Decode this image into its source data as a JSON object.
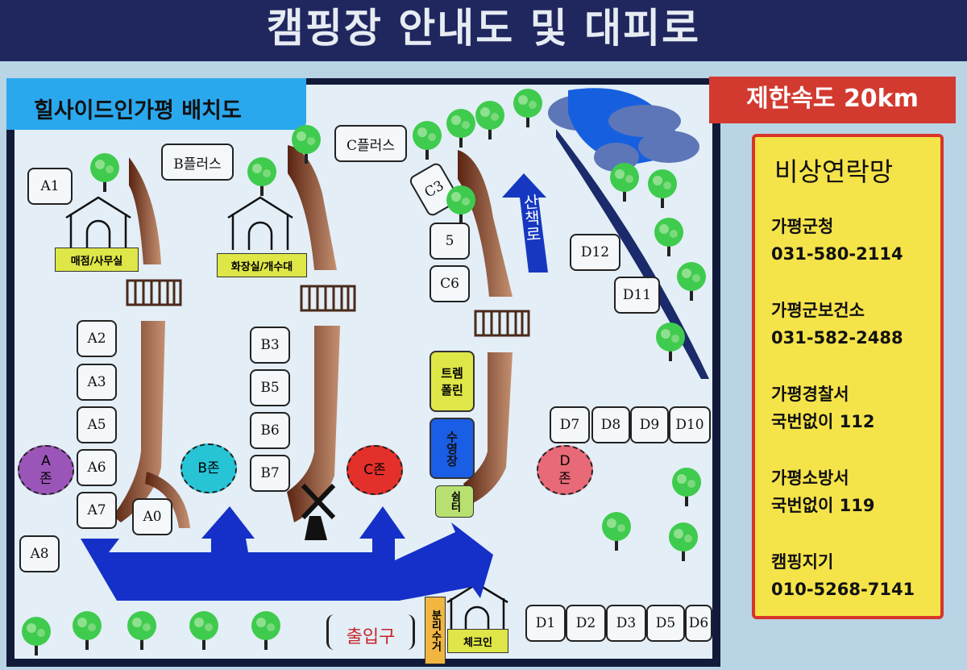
{
  "title": "캠핑장 안내도 및 대피로",
  "map_label": "힐사이드인가평 배치도",
  "speed_limit": "제한속도 20km",
  "emergency": {
    "heading": "비상연락망",
    "contacts": [
      {
        "name": "가평군청",
        "number": "031-580-2114"
      },
      {
        "name": "가평군보건소",
        "number": "031-582-2488"
      },
      {
        "name": "가평경찰서",
        "number": "국번없이 112"
      },
      {
        "name": "가평소방서",
        "number": "국번없이 119"
      },
      {
        "name": "캠핑지기",
        "number": "010-5268-7141"
      }
    ]
  },
  "sites": [
    "A1",
    "A2",
    "A3",
    "A5",
    "A6",
    "A7",
    "A8",
    "A0",
    "B플러스",
    "B3",
    "B5",
    "B6",
    "B7",
    "C플러스",
    "C3",
    "5",
    "C6",
    "D12",
    "D11",
    "D7",
    "D8",
    "D9",
    "D10",
    "D1",
    "D2",
    "D3",
    "D5",
    "D6"
  ],
  "zones": [
    {
      "label": "A\n존",
      "color": "#9b55b8"
    },
    {
      "label": "B존",
      "color": "#27c4d6"
    },
    {
      "label": "C존",
      "color": "#e4302a"
    },
    {
      "label": "D\n존",
      "color": "#e86a78"
    }
  ],
  "facilities": {
    "store": "매점/사무실",
    "restroom": "화장실/개수대",
    "trampoline": "트렘\n폴린",
    "pool": "수영장",
    "shelter": "쉼터",
    "recycling": "분리수거",
    "checkin": "체크인",
    "entrance": "출입구",
    "trail": "산책로"
  },
  "colors": {
    "evacuation_arrow": "#1530c8",
    "path": "#8a4a2a",
    "title_bar": "#20275e"
  }
}
